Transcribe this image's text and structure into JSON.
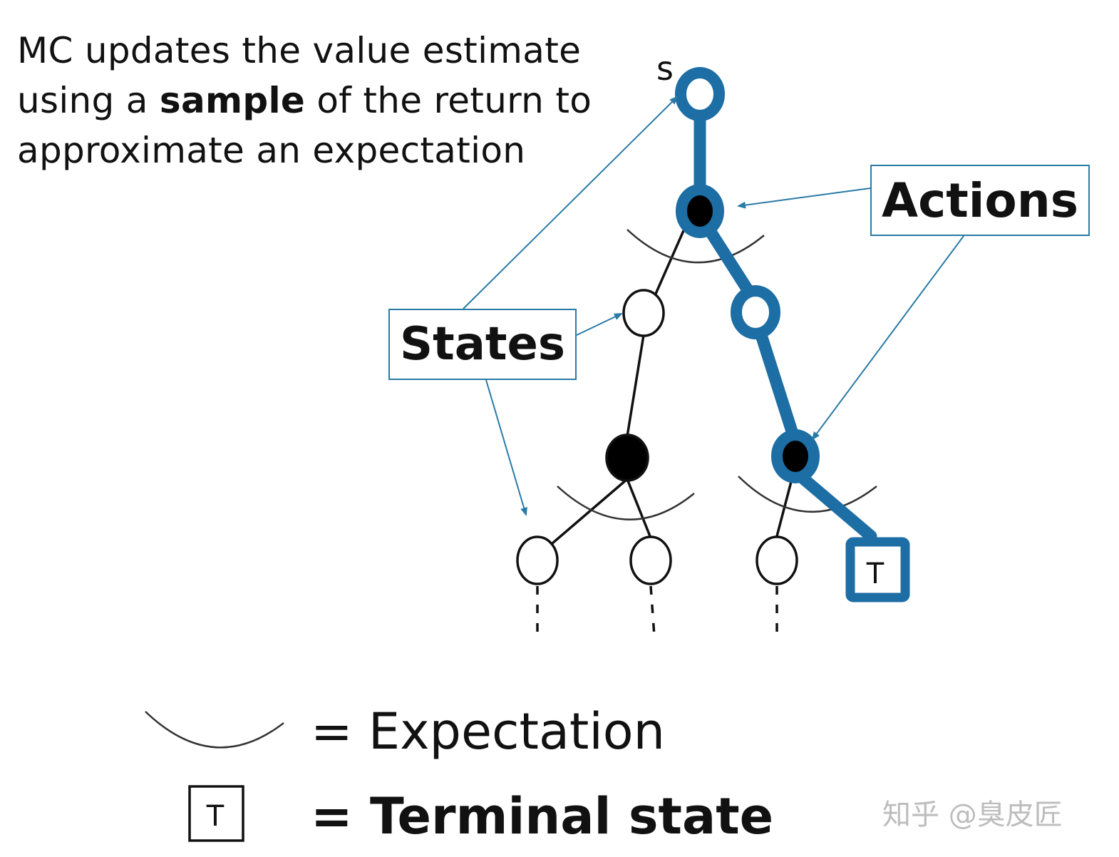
{
  "caption": {
    "line1": "MC updates the value estimate",
    "line2_pre": "using a ",
    "line2_bold": "sample",
    "line2_post": " of the return to",
    "line3": "approximate an expectation"
  },
  "tree": {
    "root_label": "s",
    "terminal_symbol": "T"
  },
  "labels": {
    "states": "States",
    "actions": "Actions"
  },
  "legend": {
    "expectation": "= Expectation",
    "terminal_symbol": "T",
    "terminal": "= Terminal state"
  },
  "watermark": "知乎 @臭皮匠",
  "colors": {
    "highlight": "#1c6ea4",
    "arrow": "#2a7aa6",
    "node": "#111111"
  }
}
